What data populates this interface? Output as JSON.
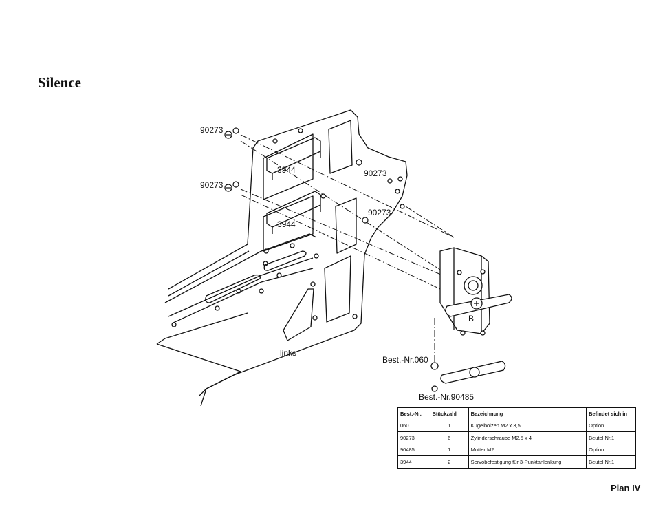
{
  "heading": "Silence",
  "labels": {
    "screw_1": "90273",
    "screw_2": "90273",
    "screw_3": "90273",
    "screw_4": "90273",
    "mount_1": "3944",
    "mount_2": "3944",
    "side": "links",
    "servo": "B",
    "ball": "Best.-Nr.060",
    "nut": "Best.-Nr.90485"
  },
  "parts_table": {
    "headers": [
      "Best.-Nr.",
      "Stückzahl",
      "Bezeichnung",
      "Befindet sich in"
    ],
    "rows": [
      [
        "060",
        "1",
        "Kugelbolzen M2 x 3,5",
        "Option"
      ],
      [
        "90273",
        "6",
        "Zylinderschraube M2,5 x 4",
        "Beutel Nr.1"
      ],
      [
        "90485",
        "1",
        "Mutter M2",
        "Option"
      ],
      [
        "3944",
        "2",
        "Servobefestigung für 3-Punktanlenkung",
        "Beutel Nr.1"
      ]
    ]
  },
  "footer": "Plan IV"
}
